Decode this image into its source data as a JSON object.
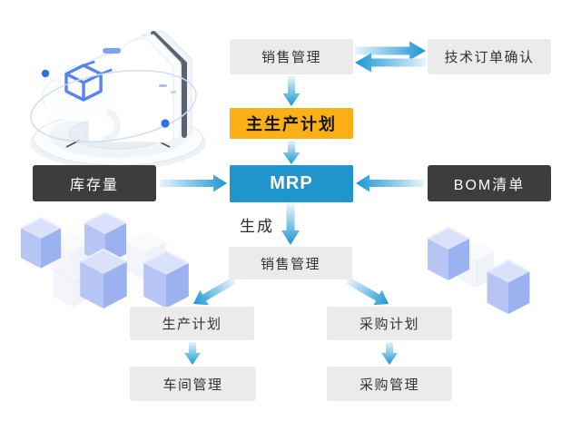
{
  "boxes": {
    "sales_top": "销售管理",
    "tech_order": "技术订单确认",
    "mps": "主生产计划",
    "inventory": "库存量",
    "mrp": "MRP",
    "bom": "BOM清单",
    "sales_mid": "销售管理",
    "production_plan": "生产计划",
    "purchase_plan": "采购计划",
    "workshop": "车间管理",
    "purchase_mgmt": "采购管理"
  },
  "labels": {
    "generate": "生成"
  },
  "icons": {
    "illustration": "folders-database-3d-illustration",
    "cube_icon": "wireframe-cube-icon",
    "decoration": "isometric-cubes-decoration"
  },
  "colors": {
    "accent_blue": "#2196ce",
    "arrow_blue": "#1b96d3",
    "accent_orange": "#fbb017",
    "dark_box": "#3d3d3d",
    "gray_box": "#ebebeb",
    "cube_blue": "#aec2f2"
  }
}
